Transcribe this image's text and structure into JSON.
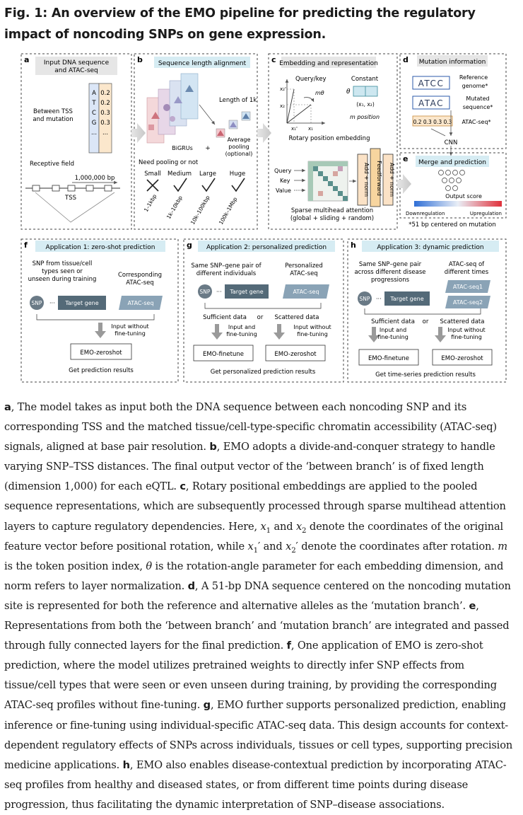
{
  "figure": {
    "title": "Fig. 1: An overview of the EMO pipeline for predicting the regulatory impact of noncoding SNPs on gene expression.",
    "panel_a": {
      "letter": "a",
      "header": [
        "Input DNA sequence",
        "and ATAC-seq"
      ],
      "bases": [
        "A",
        "T",
        "C",
        "G",
        "..."
      ],
      "atac_values": [
        "0.2",
        "0.2",
        "0.3",
        "0.3",
        "..."
      ],
      "between_label": [
        "Between TSS",
        "and mutation"
      ],
      "receptive_field": "Receptive field",
      "distance": "1,000,000 bp",
      "tss": "TSS"
    },
    "panel_b": {
      "letter": "b",
      "header": "Sequence length alignment",
      "length_label": "Length of 1k",
      "bigrus": "BiGRUs",
      "plus": "+",
      "avg_pooling": [
        "Average",
        "pooling",
        "(optional)"
      ],
      "need_pooling": "Need pooling or not",
      "sizes": [
        "Small",
        "Medium",
        "Large",
        "Huge"
      ],
      "ranges": [
        "1–1kbp",
        "1k–10kbp",
        "10k–100kbp",
        "100k–1Mbp"
      ]
    },
    "panel_c": {
      "letter": "c",
      "header": "Embedding and representation",
      "query_key": "Query/key",
      "m_theta": "mθ",
      "constant": "Constant",
      "theta": "θ",
      "x1x2": "(x₁, x₂)",
      "m_position": "m position",
      "x2p": "x₂'",
      "x2": "x₂",
      "x1p": "x₁'",
      "x1": "x₁",
      "rope": "Rotary position embedding",
      "qkv": [
        "Query",
        "Key",
        "Value"
      ],
      "add_norm": "Add + norm",
      "feedforward": "Feedforward",
      "attention": [
        "Sparse multihead attention",
        "(global + sliding + random)"
      ]
    },
    "panel_d": {
      "letter": "d",
      "header": "Mutation information",
      "ref_seq": "ATCC",
      "alt_seq": "ATAC",
      "ref_label": [
        "Reference",
        "genome*"
      ],
      "alt_label": [
        "Mutated",
        "sequence*"
      ],
      "atac_values": "0.2 0.3 0.3 0.3",
      "atac_label": "ATAC-seq*",
      "cnn": "CNN"
    },
    "panel_e": {
      "letter": "e",
      "header": "Merge and prediction",
      "output_score": "Output score",
      "down": "Downregulation",
      "up": "Upregulation",
      "footnote": "*51 bp centered on mutation"
    },
    "panel_f": {
      "letter": "f",
      "header": "Application 1: zero-shot prediction",
      "snp_from": [
        "SNP from tissue/cell",
        "types seen or",
        "unseen during training"
      ],
      "corresponding": [
        "Corresponding",
        "ATAC-seq"
      ],
      "snp": "SNP",
      "target_gene": "Target gene",
      "atac": "ATAC-seq",
      "input_without": [
        "Input without",
        "fine-tuning"
      ],
      "model": "EMO-zeroshot",
      "result": "Get prediction results"
    },
    "panel_g": {
      "letter": "g",
      "header": "Application 2: personalized prediction",
      "same_pair": [
        "Same SNP–gene pair of",
        "different individuals"
      ],
      "personalized": [
        "Personalized",
        "ATAC-seq"
      ],
      "snp": "SNP",
      "target_gene": "Target gene",
      "atac": "ATAC-seq",
      "sufficient": "Sufficient data",
      "or": "or",
      "scattered": "Scattered data",
      "input_and": [
        "Input and",
        "fine-tuning"
      ],
      "input_without": [
        "Input without",
        "fine-tuning"
      ],
      "model_ft": "EMO-finetune",
      "model_zs": "EMO-zeroshot",
      "result": "Get personalized prediction results"
    },
    "panel_h": {
      "letter": "h",
      "header": "Application 3: dynamic prediction",
      "same_pair": [
        "Same SNP–gene pair",
        "across different disease",
        "progressions"
      ],
      "atac_times": [
        "ATAC-seq of",
        "different times"
      ],
      "atac1": "ATAC-seq1",
      "atac2": "ATAC-seq2",
      "snp": "SNP",
      "target_gene": "Target gene",
      "sufficient": "Sufficient data",
      "or": "or",
      "scattered": "Scattered data",
      "input_and": [
        "Input and",
        "fine-tuning"
      ],
      "input_without": [
        "Input without",
        "fine-tuning"
      ],
      "model_ft": "EMO-finetune",
      "model_zs": "EMO-zeroshot",
      "result": "Get time-series prediction results"
    }
  },
  "caption_segments": [
    {
      "t": "a",
      "b": true
    },
    {
      "t": ", The model takes as input both the DNA sequence between each noncoding SNP and its corresponding TSS and the matched tissue/cell-type-specific chromatin accessibility (ATAC-seq) signals, aligned at base pair resolution. "
    },
    {
      "t": "b",
      "b": true
    },
    {
      "t": ", EMO adopts a divide-and-conquer strategy to handle varying SNP–TSS distances. The final output vector of the ‘between branch’ is of fixed length (dimension 1,000) for each eQTL. "
    },
    {
      "t": "c",
      "b": true
    },
    {
      "t": ", Rotary positional embeddings are applied to the pooled sequence representations, which are subsequently processed through sparse multihead attention layers to capture regulatory dependencies. Here, "
    },
    {
      "t": "x",
      "i": true
    },
    {
      "t": "1",
      "sub": true
    },
    {
      "t": " and "
    },
    {
      "t": "x",
      "i": true
    },
    {
      "t": "2",
      "sub": true
    },
    {
      "t": " denote the coordinates of the original feature vector before positional rotation, while "
    },
    {
      "t": "x",
      "i": true
    },
    {
      "t": "1",
      "sub": true
    },
    {
      "t": "′"
    },
    {
      "t": " and "
    },
    {
      "t": "x",
      "i": true
    },
    {
      "t": "2",
      "sub": true
    },
    {
      "t": "′"
    },
    {
      "t": " denote the coordinates after rotation. "
    },
    {
      "t": "m",
      "i": true
    },
    {
      "t": " is the token position index, "
    },
    {
      "t": "θ",
      "i": true
    },
    {
      "t": " is the rotation-angle parameter for each embedding dimension, and norm refers to layer normalization. "
    },
    {
      "t": "d",
      "b": true
    },
    {
      "t": ", A 51-bp DNA sequence centered on the noncoding mutation site is represented for both the reference and alternative alleles as the ‘mutation branch’. "
    },
    {
      "t": "e",
      "b": true
    },
    {
      "t": ", Representations from both the ‘between branch’ and ‘mutation branch’ are integrated and passed through fully connected layers for the final prediction. "
    },
    {
      "t": "f",
      "b": true
    },
    {
      "t": ", One application of EMO is zero-shot prediction, where the model utilizes pretrained weights to directly infer SNP effects from tissue/cell types that were seen or even unseen during training, by providing the corresponding ATAC-seq profiles without fine-tuning. "
    },
    {
      "t": "g",
      "b": true
    },
    {
      "t": ", EMO further supports personalized prediction, enabling inference or fine-tuning using individual-specific ATAC-seq data. This design accounts for context-dependent regulatory effects of SNPs across individuals, tissues or cell types, supporting precision medicine applications. "
    },
    {
      "t": "h",
      "b": true
    },
    {
      "t": ", EMO also enables disease-contextual prediction by incorporating ATAC-seq profiles from healthy and diseased states, or from different time points during disease progression, thus facilitating the dynamic interpretation of SNP–disease associations."
    }
  ]
}
